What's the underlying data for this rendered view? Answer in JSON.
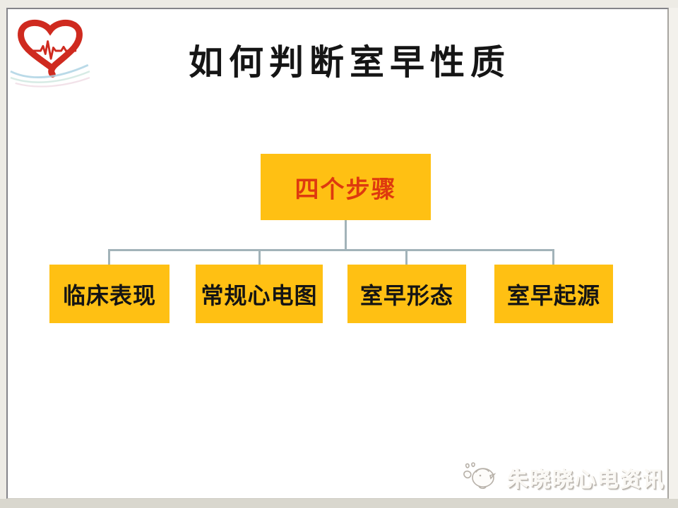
{
  "slide": {
    "title": "如何判断室早性质",
    "diagram": {
      "type": "tree",
      "root": {
        "label": "四个步骤"
      },
      "children": [
        {
          "label": "临床表现"
        },
        {
          "label": "常规心电图"
        },
        {
          "label": "室早形态"
        },
        {
          "label": "室早起源"
        }
      ]
    },
    "watermark": {
      "text": "朱晓晓心电资讯"
    },
    "icons": {
      "logo": "heart-ecg-logo",
      "watermark_icon": "chick-icon"
    },
    "colors": {
      "node_fill": "#FFC013",
      "root_label": "#DE390F",
      "child_label": "#141414",
      "connector": "#A2B3B9",
      "heart_red": "#CF2A1F"
    }
  }
}
